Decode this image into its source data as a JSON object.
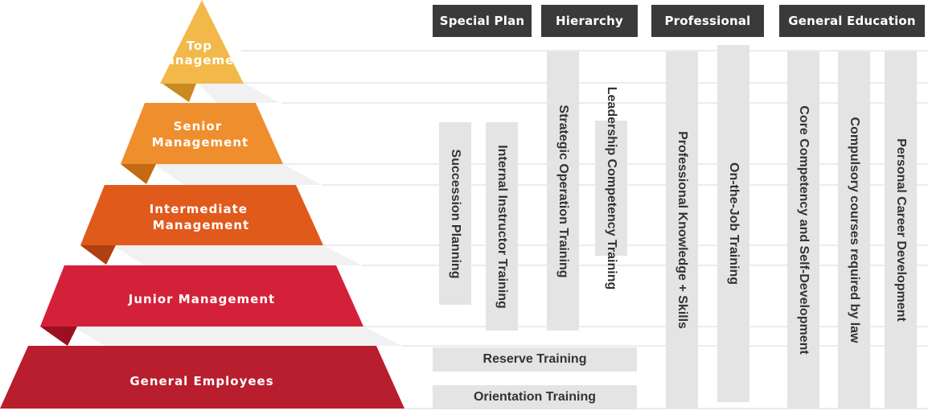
{
  "pyramid": {
    "tiers": [
      {
        "lines": [
          "Top",
          "Management"
        ],
        "color": "#f2b94a",
        "shadow": "#c98a22"
      },
      {
        "lines": [
          "Senior",
          "Management"
        ],
        "color": "#ef8e2c",
        "shadow": "#c36a12"
      },
      {
        "lines": [
          "Intermediate",
          "Management"
        ],
        "color": "#e05a1c",
        "shadow": "#b04010"
      },
      {
        "lines": [
          "Junior Management"
        ],
        "color": "#d4213a",
        "shadow": "#9a1020"
      },
      {
        "lines": [
          "General Employees"
        ],
        "color": "#b81e2e",
        "shadow": "#7e1018"
      }
    ]
  },
  "categories": [
    {
      "label": "Special Plan"
    },
    {
      "label": "Hierarchy"
    },
    {
      "label": "Professional"
    },
    {
      "label": "General Education"
    }
  ],
  "programs": {
    "succession_planning": "Succession Planning",
    "internal_instructor": "Internal Instructor Training",
    "strategic_operation": "Strategic  Operation Training",
    "leadership_competency": "Leadership  Competency  Training",
    "professional_knowledge": "Professional Knowledge + Skills",
    "on_the_job": "On-the-Job Training",
    "core_competency": "Core Competency and Self-Development",
    "compulsory_courses": "Compulsory courses  required by law",
    "personal_career": "Personal Career Development",
    "reserve_training": "Reserve Training",
    "orientation_training": "Orientation Training"
  },
  "colors": {
    "header_bg": "#3a3a3a",
    "bar_bg": "#e4e4e4",
    "bar_text": "#333333",
    "guide_line": "#d8d8d8"
  }
}
